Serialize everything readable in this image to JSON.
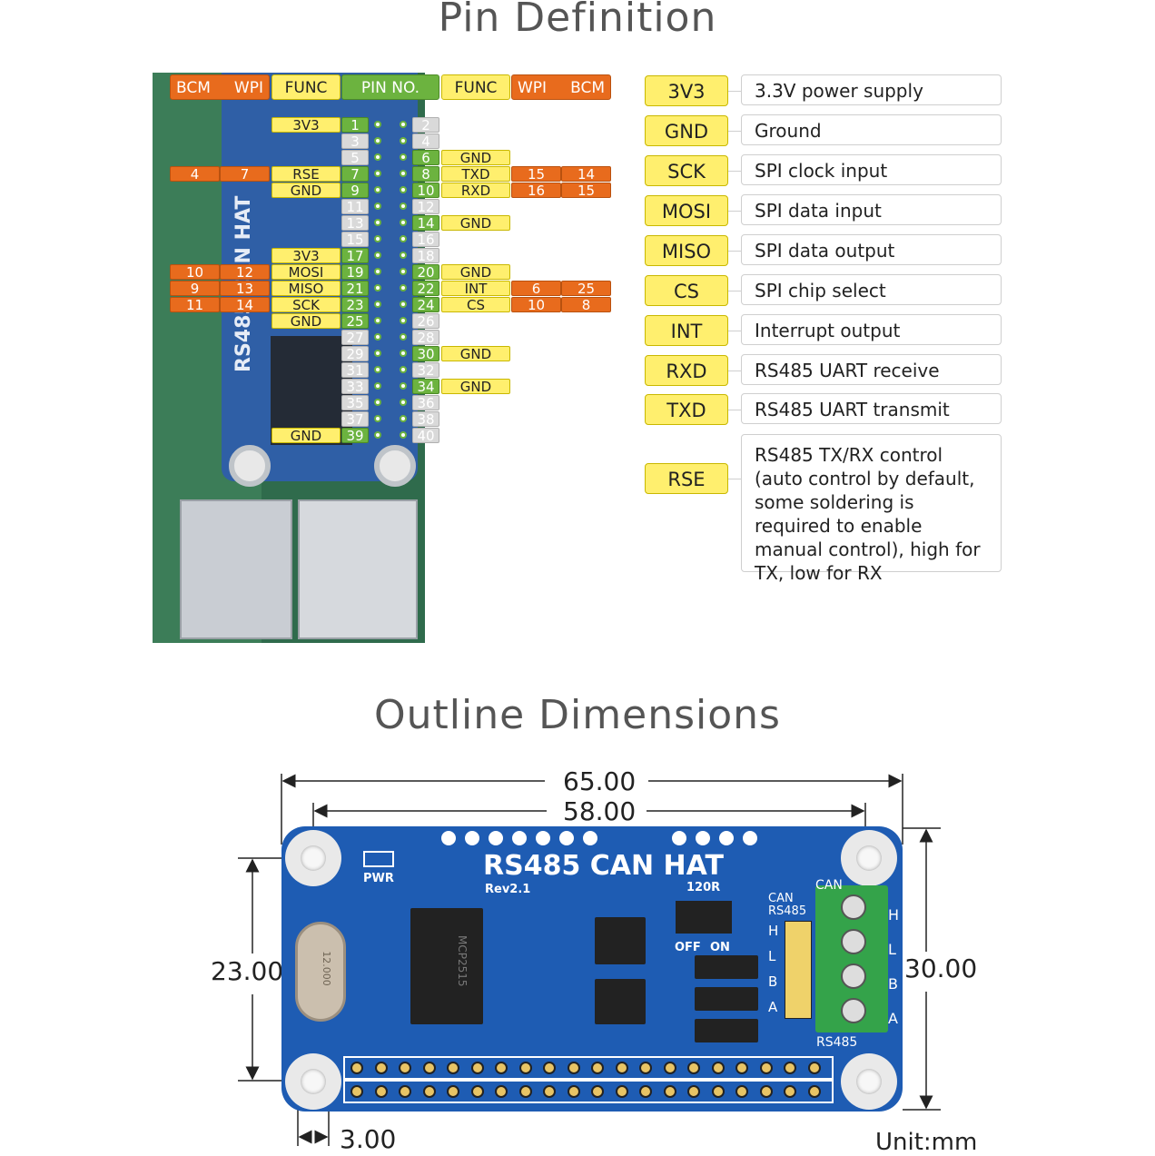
{
  "pin_definition": {
    "title": "Pin Definition",
    "headers": {
      "left_bcm": "BCM",
      "left_wpi": "WPI",
      "left_func": "FUNC",
      "pin_no": "PIN NO.",
      "right_func": "FUNC",
      "right_wpi": "WPI",
      "right_bcm": "BCM"
    },
    "rows": [
      {
        "odd": "1",
        "even": "2",
        "lfunc": "3V3",
        "rfunc": "",
        "lbcm": "",
        "lwpi": "",
        "rwpi": "",
        "rbcm": "",
        "odd_used": true,
        "even_used": false
      },
      {
        "odd": "3",
        "even": "4",
        "lfunc": "",
        "rfunc": "",
        "lbcm": "",
        "lwpi": "",
        "rwpi": "",
        "rbcm": "",
        "odd_used": false,
        "even_used": false
      },
      {
        "odd": "5",
        "even": "6",
        "lfunc": "",
        "rfunc": "GND",
        "lbcm": "",
        "lwpi": "",
        "rwpi": "",
        "rbcm": "",
        "odd_used": false,
        "even_used": true
      },
      {
        "odd": "7",
        "even": "8",
        "lfunc": "RSE",
        "rfunc": "TXD",
        "lbcm": "4",
        "lwpi": "7",
        "rwpi": "15",
        "rbcm": "14",
        "odd_used": true,
        "even_used": true
      },
      {
        "odd": "9",
        "even": "10",
        "lfunc": "GND",
        "rfunc": "RXD",
        "lbcm": "",
        "lwpi": "",
        "rwpi": "16",
        "rbcm": "15",
        "odd_used": true,
        "even_used": true
      },
      {
        "odd": "11",
        "even": "12",
        "lfunc": "",
        "rfunc": "",
        "lbcm": "",
        "lwpi": "",
        "rwpi": "",
        "rbcm": "",
        "odd_used": false,
        "even_used": false
      },
      {
        "odd": "13",
        "even": "14",
        "lfunc": "",
        "rfunc": "GND",
        "lbcm": "",
        "lwpi": "",
        "rwpi": "",
        "rbcm": "",
        "odd_used": false,
        "even_used": true
      },
      {
        "odd": "15",
        "even": "16",
        "lfunc": "",
        "rfunc": "",
        "lbcm": "",
        "lwpi": "",
        "rwpi": "",
        "rbcm": "",
        "odd_used": false,
        "even_used": false
      },
      {
        "odd": "17",
        "even": "18",
        "lfunc": "3V3",
        "rfunc": "",
        "lbcm": "",
        "lwpi": "",
        "rwpi": "",
        "rbcm": "",
        "odd_used": true,
        "even_used": false
      },
      {
        "odd": "19",
        "even": "20",
        "lfunc": "MOSI",
        "rfunc": "GND",
        "lbcm": "10",
        "lwpi": "12",
        "rwpi": "",
        "rbcm": "",
        "odd_used": true,
        "even_used": true
      },
      {
        "odd": "21",
        "even": "22",
        "lfunc": "MISO",
        "rfunc": "INT",
        "lbcm": "9",
        "lwpi": "13",
        "rwpi": "6",
        "rbcm": "25",
        "odd_used": true,
        "even_used": true
      },
      {
        "odd": "23",
        "even": "24",
        "lfunc": "SCK",
        "rfunc": "CS",
        "lbcm": "11",
        "lwpi": "14",
        "rwpi": "10",
        "rbcm": "8",
        "odd_used": true,
        "even_used": true
      },
      {
        "odd": "25",
        "even": "26",
        "lfunc": "GND",
        "rfunc": "",
        "lbcm": "",
        "lwpi": "",
        "rwpi": "",
        "rbcm": "",
        "odd_used": true,
        "even_used": false
      },
      {
        "odd": "27",
        "even": "28",
        "lfunc": "",
        "rfunc": "",
        "lbcm": "",
        "lwpi": "",
        "rwpi": "",
        "rbcm": "",
        "odd_used": false,
        "even_used": false
      },
      {
        "odd": "29",
        "even": "30",
        "lfunc": "",
        "rfunc": "GND",
        "lbcm": "",
        "lwpi": "",
        "rwpi": "",
        "rbcm": "",
        "odd_used": false,
        "even_used": true
      },
      {
        "odd": "31",
        "even": "32",
        "lfunc": "",
        "rfunc": "",
        "lbcm": "",
        "lwpi": "",
        "rwpi": "",
        "rbcm": "",
        "odd_used": false,
        "even_used": false
      },
      {
        "odd": "33",
        "even": "34",
        "lfunc": "",
        "rfunc": "GND",
        "lbcm": "",
        "lwpi": "",
        "rwpi": "",
        "rbcm": "",
        "odd_used": false,
        "even_used": true
      },
      {
        "odd": "35",
        "even": "36",
        "lfunc": "",
        "rfunc": "",
        "lbcm": "",
        "lwpi": "",
        "rwpi": "",
        "rbcm": "",
        "odd_used": false,
        "even_used": false
      },
      {
        "odd": "37",
        "even": "38",
        "lfunc": "",
        "rfunc": "",
        "lbcm": "",
        "lwpi": "",
        "rwpi": "",
        "rbcm": "",
        "odd_used": false,
        "even_used": false
      },
      {
        "odd": "39",
        "even": "40",
        "lfunc": "GND",
        "rfunc": "",
        "lbcm": "",
        "lwpi": "",
        "rwpi": "",
        "rbcm": "",
        "odd_used": true,
        "even_used": false
      }
    ],
    "legend": [
      {
        "key": "3V3",
        "desc": "3.3V power supply"
      },
      {
        "key": "GND",
        "desc": "Ground"
      },
      {
        "key": "SCK",
        "desc": "SPI clock input"
      },
      {
        "key": "MOSI",
        "desc": "SPI data input"
      },
      {
        "key": "MISO",
        "desc": "SPI data output"
      },
      {
        "key": "CS",
        "desc": "SPI chip select"
      },
      {
        "key": "INT",
        "desc": "Interrupt output"
      },
      {
        "key": "RXD",
        "desc": "RS485 UART receive"
      },
      {
        "key": "TXD",
        "desc": "RS485 UART transmit"
      },
      {
        "key": "RSE",
        "desc": "RS485 TX/RX control (auto control by default, some soldering is required to enable manual control), high for TX, low for RX"
      }
    ],
    "photo_label": "RS485 CAN HAT"
  },
  "outline": {
    "title": "Outline Dimensions",
    "dims": {
      "outer_width": "65.00",
      "hole_spacing_x": "58.00",
      "hole_spacing_y": "23.00",
      "height": "30.00",
      "hole_offset": "3.00",
      "unit": "Unit:mm"
    },
    "board": {
      "name": "RS485 CAN HAT",
      "rev": "Rev2.1",
      "pwr": "PWR",
      "r120": "120R",
      "can": "CAN",
      "rs485_sw": "RS485",
      "off": "OFF",
      "on": "ON",
      "term_can": "CAN",
      "term_rs485": "RS485",
      "h": "H",
      "l": "L",
      "b": "B",
      "a": "A",
      "crystal": "12.000",
      "chip": "MCP2515"
    }
  }
}
